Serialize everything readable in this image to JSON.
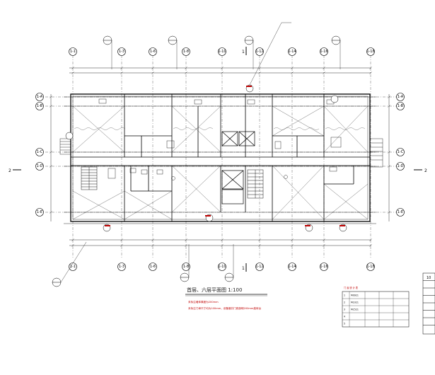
{
  "drawing": {
    "title": "首层、六层平面图 1:100",
    "section_mark_left": "2",
    "section_mark_right": "2",
    "section_mark_top": "1",
    "section_mark_bottom": "1",
    "right_edge_label": "10"
  },
  "axes_horizontal": [
    "1-1",
    "1-3",
    "1-6",
    "1-8",
    "1-10",
    "1-12",
    "1-14",
    "1-16",
    "1-18"
  ],
  "axes_vertical": [
    "1-A",
    "1-B",
    "1-C",
    "1-D",
    "1-E"
  ],
  "colors": {
    "line": "#000000",
    "detail": "#4a4a4a",
    "accent_red": "#c00000",
    "hatch": "#777777"
  },
  "notes": {
    "line1": "未标注墙体厚度为200mm",
    "line2": "未标注门垛尺寸均为100mm，设备管井门底部砌200mm高砖台"
  },
  "door_table": {
    "title": "门 窗 统 计 表",
    "rows": [
      [
        "1",
        "M0921",
        "",
        "",
        ""
      ],
      [
        "2",
        "M1021",
        "",
        "",
        ""
      ],
      [
        "3",
        "M1521",
        "",
        "",
        ""
      ],
      [
        "4",
        "",
        "",
        "",
        ""
      ],
      [
        "5",
        "",
        "",
        "",
        ""
      ]
    ]
  }
}
